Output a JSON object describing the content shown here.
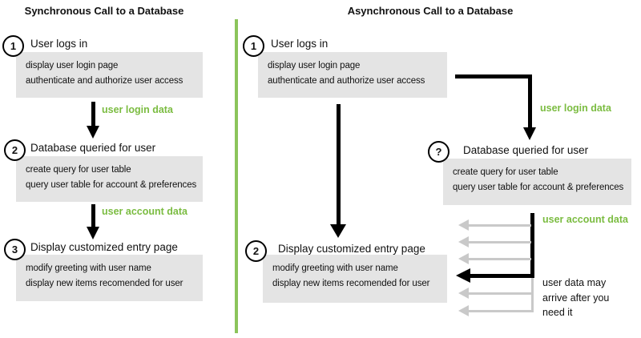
{
  "colors": {
    "green": "#7bbc41",
    "divider_green": "#8cc45b",
    "box_gray": "#e4e4e4",
    "arrow_gray": "#c9c9c9"
  },
  "left": {
    "title": "Synchronous Call to a Database",
    "steps": [
      {
        "num": "1",
        "heading": "User logs in",
        "lines": [
          "display user login page",
          "authenticate and authorize user access"
        ]
      },
      {
        "num": "2",
        "heading": "Database queried for user",
        "lines": [
          "create query for user table",
          "query user table for account & preferences"
        ]
      },
      {
        "num": "3",
        "heading": "Display customized entry page",
        "lines": [
          "modify greeting with user name",
          "display new items recomended for user"
        ]
      }
    ],
    "labels": {
      "login": "user login data",
      "account": "user account data"
    }
  },
  "right": {
    "title": "Asynchronous Call to a Database",
    "steps": [
      {
        "num": "1",
        "heading": "User logs in",
        "lines": [
          "display user login page",
          "authenticate and authorize user access"
        ]
      },
      {
        "num": "?",
        "heading": "Database queried for user",
        "lines": [
          "create query for user table",
          "query user table for account & preferences"
        ]
      },
      {
        "num": "2",
        "heading": "Display customized entry page",
        "lines": [
          "modify greeting with user name",
          "display new items recomended for user"
        ]
      }
    ],
    "labels": {
      "login": "user login data",
      "account": "user account data"
    },
    "note_lines": [
      "user data may",
      "arrive after you",
      "need it"
    ]
  }
}
